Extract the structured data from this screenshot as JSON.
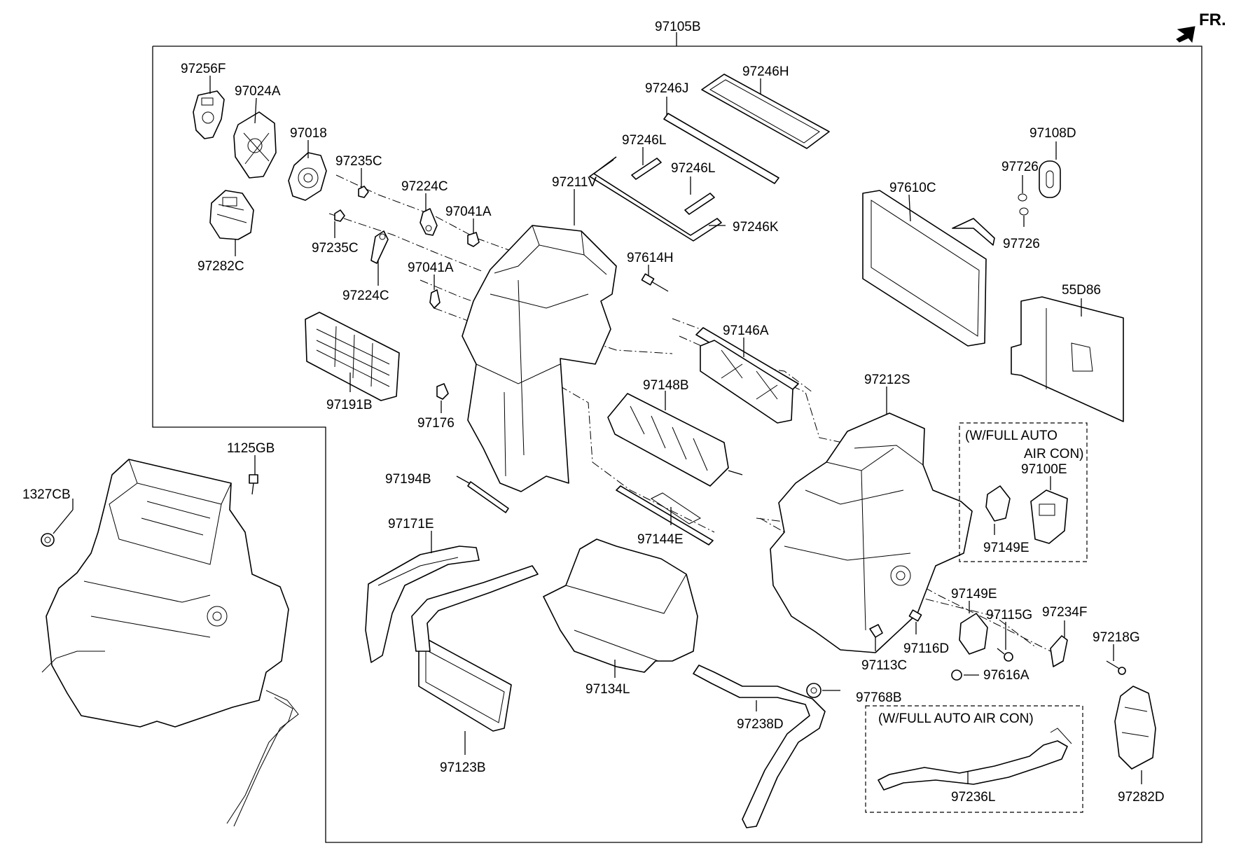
{
  "orientation": {
    "label": "FR."
  },
  "callouts": {
    "c97105B": "97105B",
    "c97256F": "97256F",
    "c97024A": "97024A",
    "c97018": "97018",
    "c97235C_a": "97235C",
    "c97235C_b": "97235C",
    "c97224C_a": "97224C",
    "c97224C_b": "97224C",
    "c97041A_a": "97041A",
    "c97041A_b": "97041A",
    "c97282C": "97282C",
    "c97211V": "97211V",
    "c97246J": "97246J",
    "c97246H": "97246H",
    "c97246L_a": "97246L",
    "c97246L_b": "97246L",
    "c97246K": "97246K",
    "c97614H": "97614H",
    "c97108D": "97108D",
    "c97726_a": "97726",
    "c97726_b": "97726",
    "c97610C": "97610C",
    "c55D86": "55D86",
    "c97146A": "97146A",
    "c97191B": "97191B",
    "c97176": "97176",
    "c97148B": "97148B",
    "c97212S": "97212S",
    "c97194B": "97194B",
    "c1125GB": "1125GB",
    "c1327CB": "1327CB",
    "c97171E": "97171E",
    "c97144E": "97144E",
    "c97100E": "97100E",
    "c97149E_a": "97149E",
    "c97149E_b": "97149E",
    "c97115G": "97115G",
    "c97234F": "97234F",
    "c97218G": "97218G",
    "c97116D": "97116D",
    "c97113C": "97113C",
    "c97616A": "97616A",
    "c97134L": "97134L",
    "c97768B": "97768B",
    "c97238D": "97238D",
    "c97123B": "97123B",
    "c97236L": "97236L",
    "c97282D": "97282D"
  },
  "option_boxes": {
    "auto_ac_upper_line1": "(W/FULL AUTO",
    "auto_ac_upper_line2": "AIR CON)",
    "auto_ac_lower": "(W/FULL AUTO AIR CON)"
  }
}
